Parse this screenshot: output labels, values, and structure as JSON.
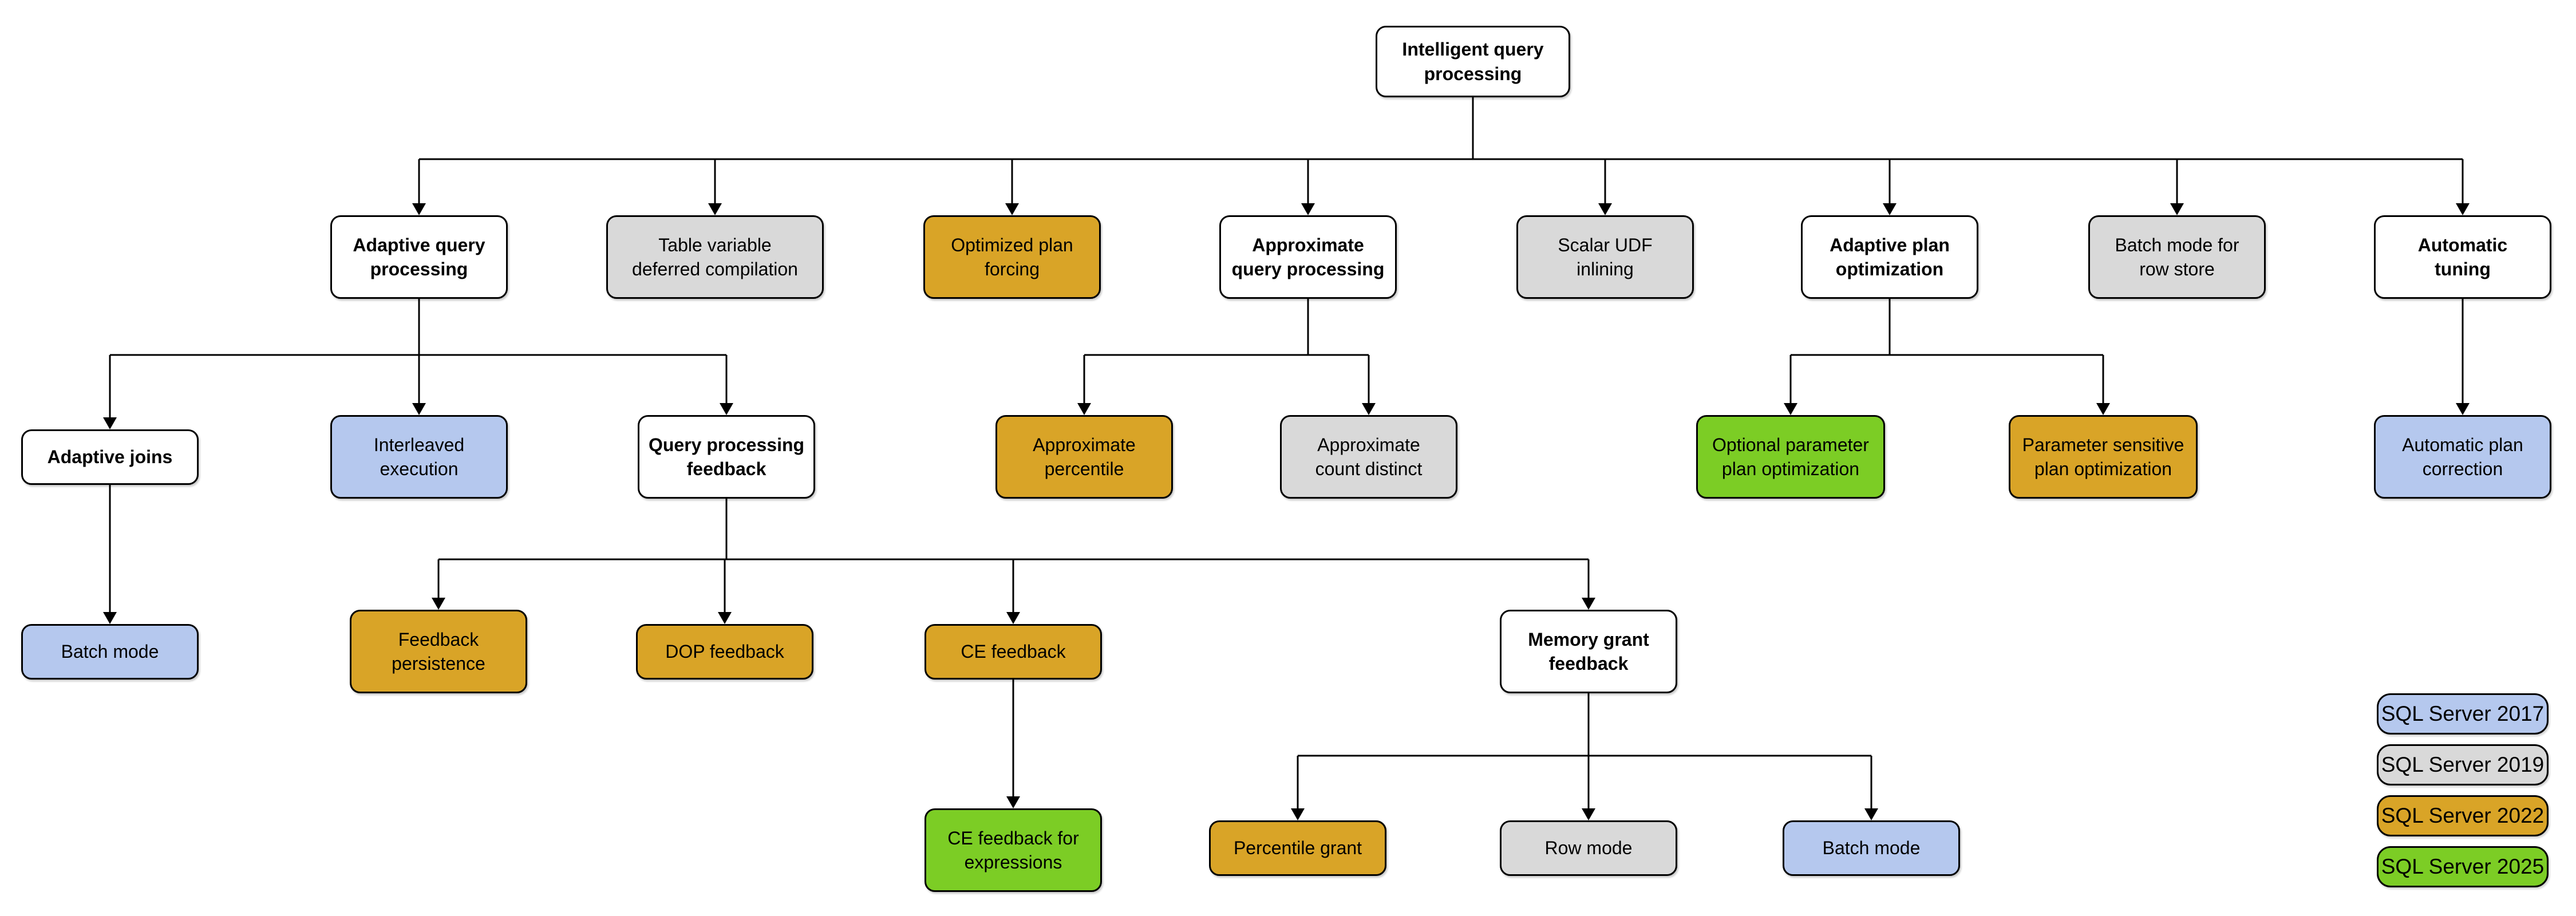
{
  "palette": {
    "v2017": "#b5c8ee",
    "v2019": "#d9d9d9",
    "v2022": "#d9a427",
    "v2025": "#7ccd25",
    "category": "#ffffff",
    "line": "#000000"
  },
  "nodes": [
    {
      "label": "Intelligent query\nprocessing",
      "version": "category"
    },
    {
      "label": "Adaptive query\nprocessing",
      "version": "category"
    },
    {
      "label": "Table variable\ndeferred compilation",
      "version": "SQL Server 2019"
    },
    {
      "label": "Optimized plan\nforcing",
      "version": "SQL Server 2022"
    },
    {
      "label": "Approximate\nquery processing",
      "version": "category"
    },
    {
      "label": "Scalar UDF\ninlining",
      "version": "SQL Server 2019"
    },
    {
      "label": "Adaptive plan\noptimization",
      "version": "category"
    },
    {
      "label": "Batch mode for\nrow store",
      "version": "SQL Server 2019"
    },
    {
      "label": "Automatic\ntuning",
      "version": "category"
    },
    {
      "label": "Adaptive joins",
      "version": "category"
    },
    {
      "label": "Interleaved\nexecution",
      "version": "SQL Server 2017"
    },
    {
      "label": "Query processing\nfeedback",
      "version": "category"
    },
    {
      "label": "Approximate\npercentile",
      "version": "SQL Server 2022"
    },
    {
      "label": "Approximate\ncount distinct",
      "version": "SQL Server 2019"
    },
    {
      "label": "Optional parameter\nplan optimization",
      "version": "SQL Server 2025"
    },
    {
      "label": "Parameter sensitive\nplan optimization",
      "version": "SQL Server 2022"
    },
    {
      "label": "Automatic plan\ncorrection",
      "version": "SQL Server 2017"
    },
    {
      "label": "Batch mode",
      "version": "SQL Server 2017"
    },
    {
      "label": "Feedback\npersistence",
      "version": "SQL Server 2022"
    },
    {
      "label": "DOP feedback",
      "version": "SQL Server 2022"
    },
    {
      "label": "CE feedback",
      "version": "SQL Server 2022"
    },
    {
      "label": "Memory grant\nfeedback",
      "version": "category"
    },
    {
      "label": "CE feedback for\nexpressions",
      "version": "SQL Server 2025"
    },
    {
      "label": "Percentile grant",
      "version": "SQL Server 2022"
    },
    {
      "label": "Row mode",
      "version": "SQL Server 2019"
    },
    {
      "label": "Batch mode",
      "version": "SQL Server 2017"
    }
  ],
  "legend": {
    "items": [
      {
        "label": "SQL Server 2017",
        "color": "#b5c8ee"
      },
      {
        "label": "SQL Server 2019",
        "color": "#d9d9d9"
      },
      {
        "label": "SQL Server 2022",
        "color": "#d9a427"
      },
      {
        "label": "SQL Server 2025",
        "color": "#7ccd25"
      }
    ]
  }
}
